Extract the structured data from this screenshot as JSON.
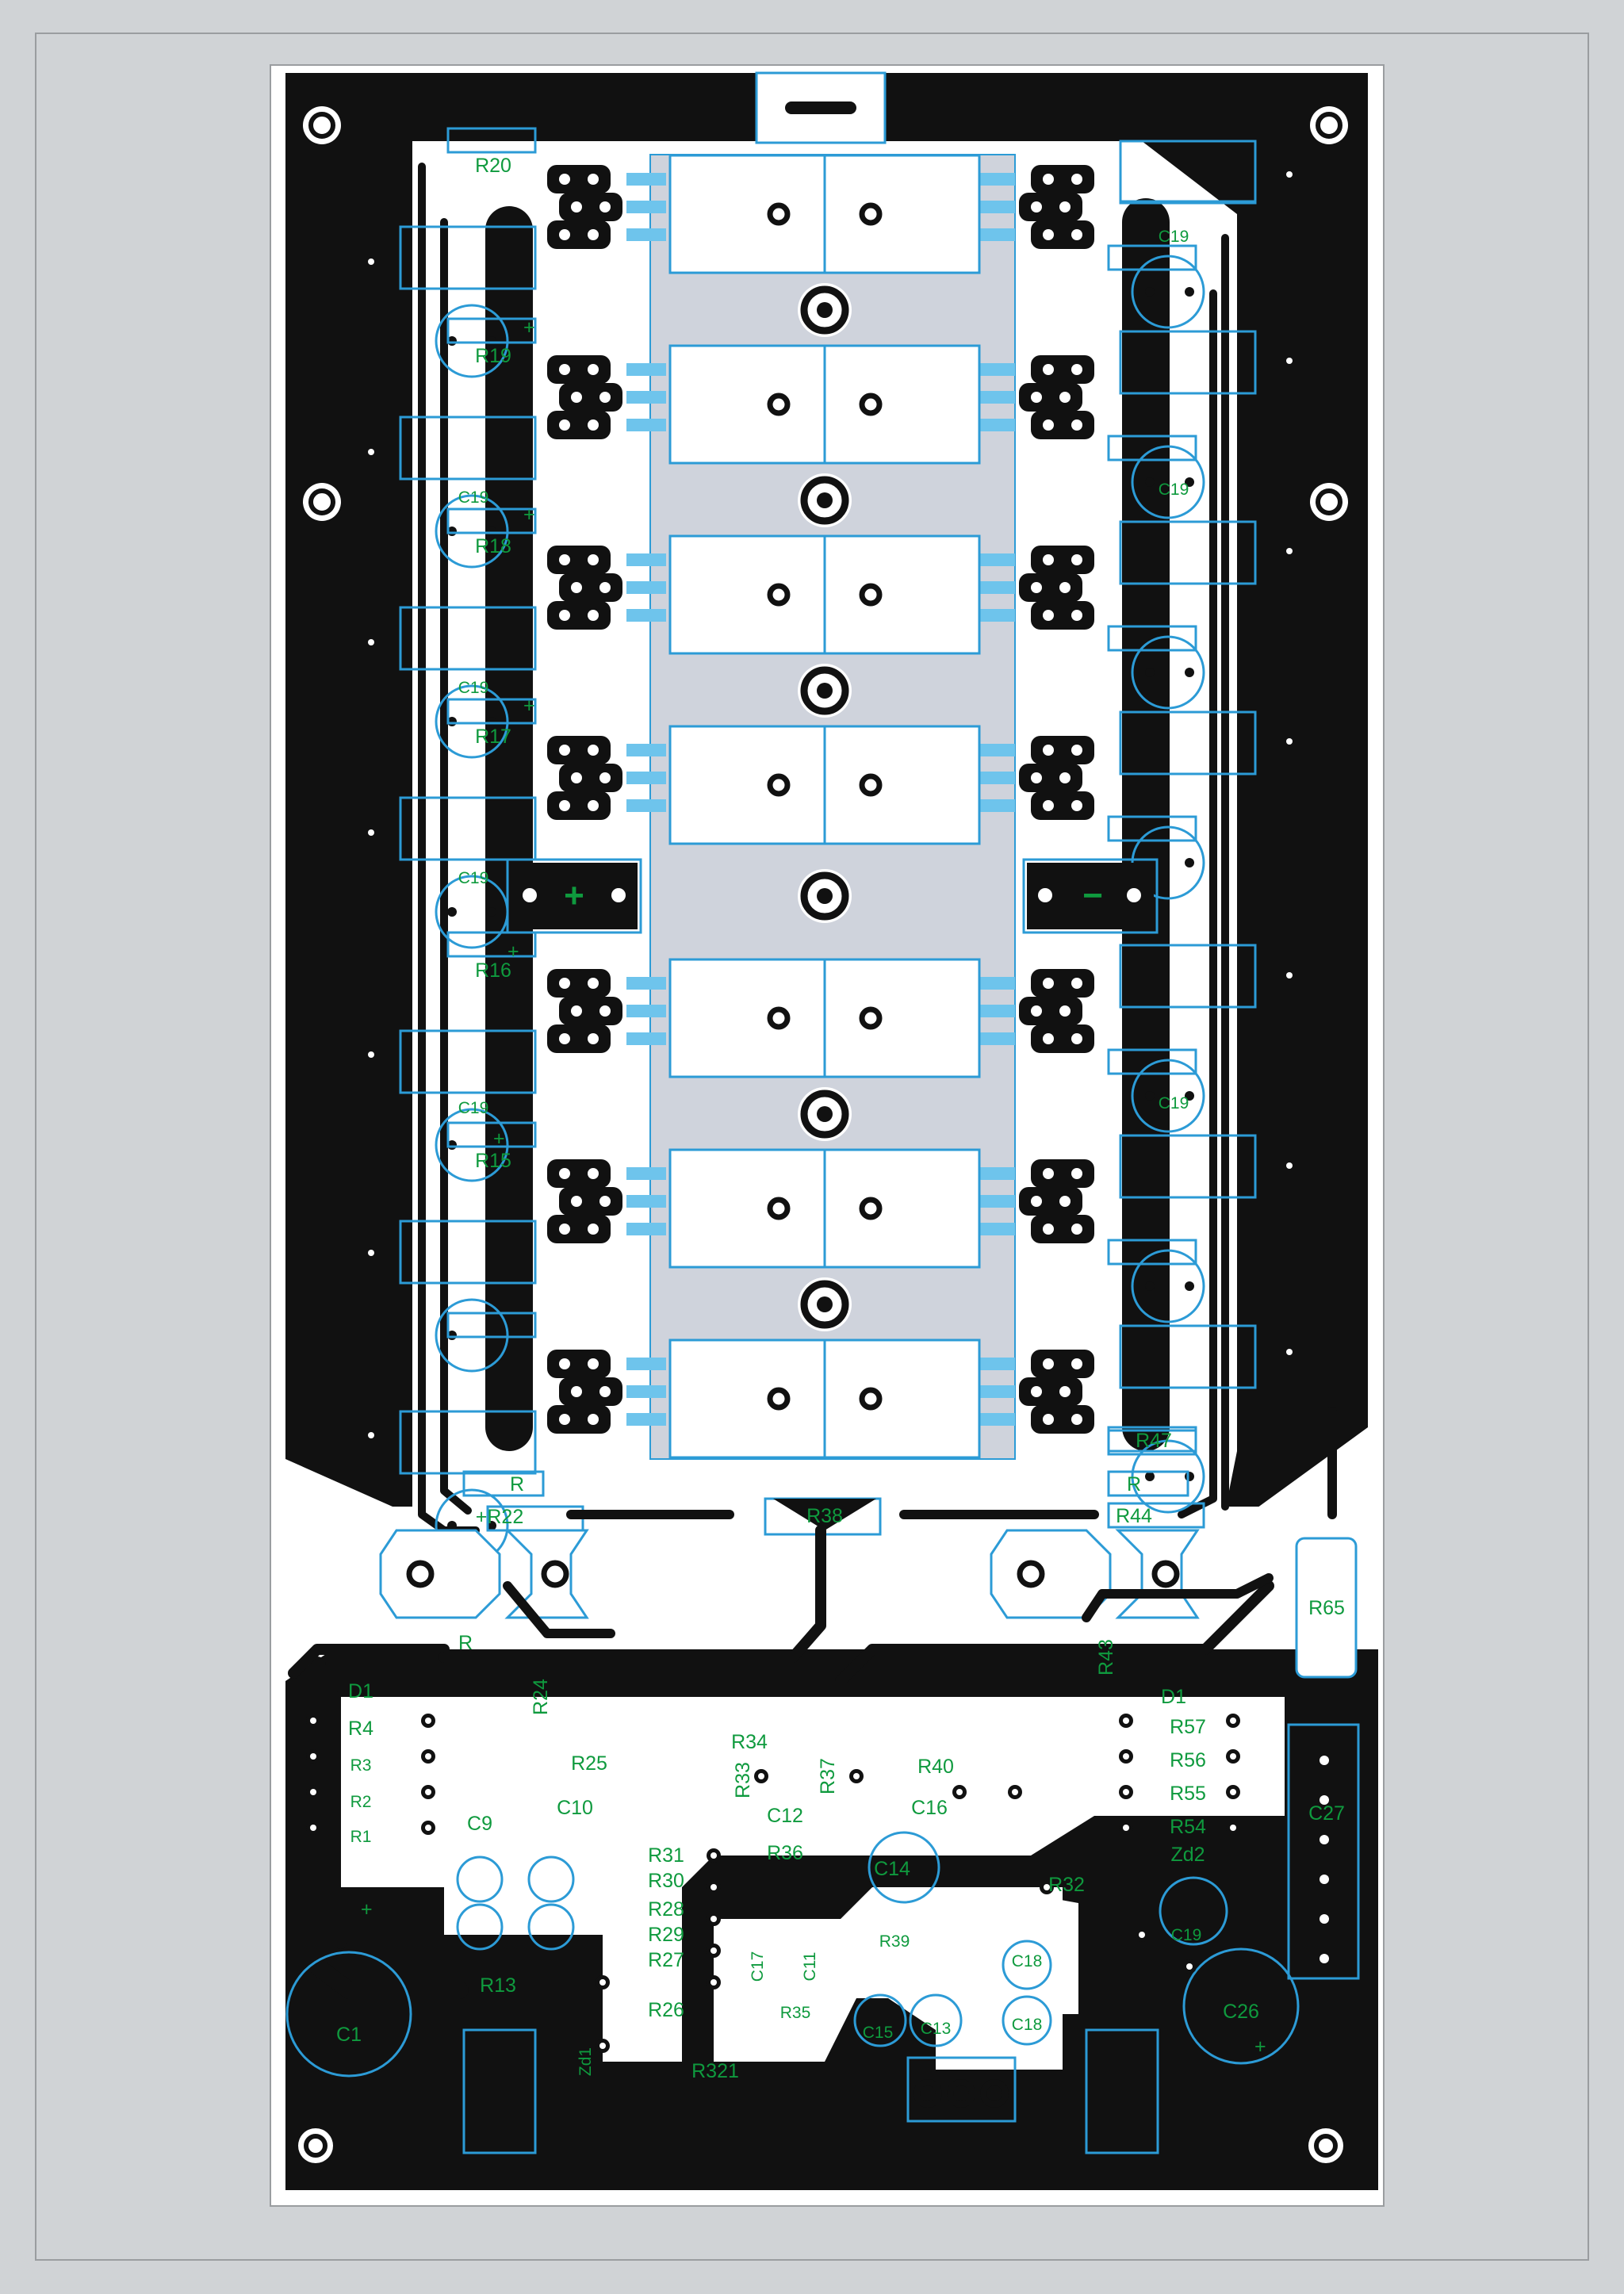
{
  "colors": {
    "background": "#d0d3d6",
    "board": "#ffffff",
    "copper": "#111111",
    "silkscreen_outline": "#2c9bd6",
    "silkscreen_text": "#0f9a3e",
    "heatsink_area": "#cfd3dc"
  },
  "terminals": {
    "positive": "+",
    "negative": "−"
  },
  "labels": [
    "R20",
    "R19",
    "C19",
    "R18",
    "C19",
    "R17",
    "C19",
    "R16",
    "C19",
    "R15",
    "C19",
    "C19",
    "C19",
    "R47",
    "R",
    "R",
    "+R22",
    "R44",
    "R38",
    "R65",
    "R",
    "R43",
    "R24",
    "D1",
    "D1",
    "R4",
    "R3",
    "R2",
    "R1",
    "R25",
    "R34",
    "R37",
    "R40",
    "R57",
    "R56",
    "R55",
    "R54",
    "Zd2",
    "C27",
    "R33",
    "C10",
    "C16",
    "C12",
    "R36",
    "C14",
    "R32",
    "C9",
    "R31",
    "R30",
    "R28",
    "R29",
    "R27",
    "R26",
    "R13",
    "C1",
    "Zd1",
    "R35",
    "C15",
    "C13",
    "C17",
    "C18",
    "C18",
    "R39",
    "C11",
    "R321",
    "C19",
    "C26"
  ],
  "polarity_mark": "+"
}
